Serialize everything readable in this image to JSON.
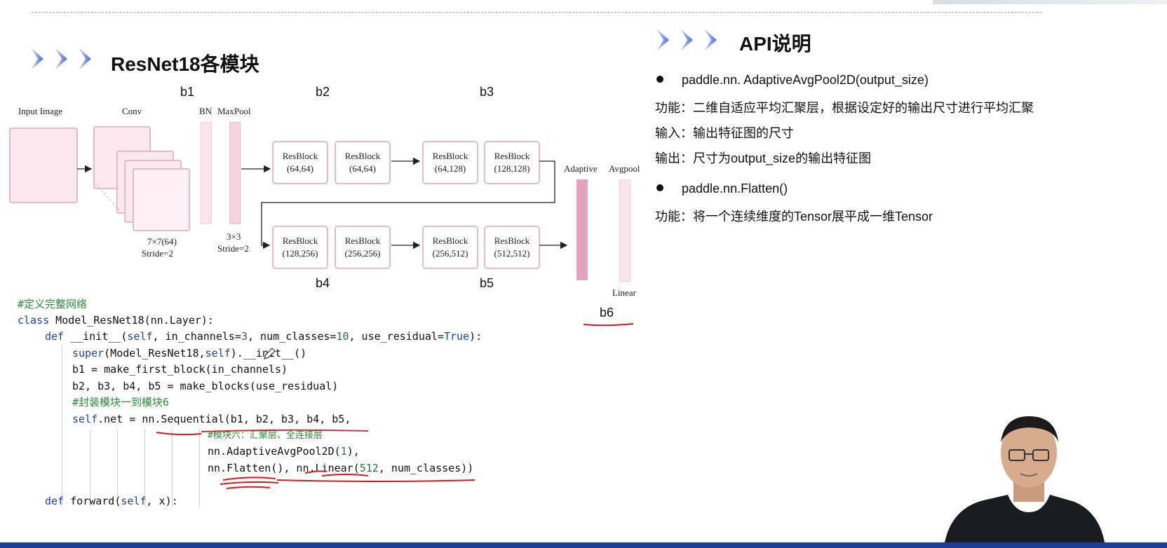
{
  "header": {
    "resnet_title": "ResNet18各模块",
    "api_title": "API说明"
  },
  "diagram": {
    "block_labels": {
      "b1": "b1",
      "b2": "b2",
      "b3": "b3",
      "b4": "b4",
      "b5": "b5",
      "b6": "b6"
    },
    "input_image": "Input Image",
    "conv": "Conv",
    "bn": "BN",
    "maxpool": "MaxPool",
    "conv_params_1": "7×7(64)",
    "conv_params_2": "Stride=2",
    "pool_params_1": "3×3",
    "pool_params_2": "Stride=2",
    "adaptive": "Adaptive",
    "avgpool": "Avgpool",
    "linear": "Linear",
    "resblocks": [
      {
        "name": "ResBlock",
        "dims": "(64,64)"
      },
      {
        "name": "ResBlock",
        "dims": "(64,64)"
      },
      {
        "name": "ResBlock",
        "dims": "(64,128)"
      },
      {
        "name": "ResBlock",
        "dims": "(128,128)"
      },
      {
        "name": "ResBlock",
        "dims": "(128,256)"
      },
      {
        "name": "ResBlock",
        "dims": "(256,256)"
      },
      {
        "name": "ResBlock",
        "dims": "(256,512)"
      },
      {
        "name": "ResBlock",
        "dims": "(512,512)"
      }
    ],
    "colors": {
      "pink_border": "#e8b9cb",
      "pink_fill": "#fbe9ef",
      "adaptive_bar": "#e3a3bd",
      "annotation_red": "#d8181f"
    }
  },
  "code": {
    "comment_define": "#定义完整网络",
    "class_kw": "class",
    "class_rest": " Model_ResNet18(nn.Layer):",
    "init_kw": "def",
    "init_rest_a": " __init__(",
    "init_self": "self",
    "init_rest_b": ", in_channels=",
    "init_num_3": "3",
    "init_rest_c": ", num_classes=",
    "init_num_10": "10",
    "init_rest_d": ", use_residual=",
    "init_true": "True",
    "init_rest_e": "):",
    "super_kw": "super",
    "super_rest_a": "(Model_ResNet18,",
    "super_self": "self",
    "super_rest_b": ").__init__()",
    "b1_line": "b1 = make_first_block(in_channels)",
    "b2_line": "b2, b3, b4, b5 = make_blocks(use_residual)",
    "comment_wrap": "#封装模块一到模块6",
    "net_self": "self",
    "net_rest": ".net = nn.Sequential(b1, b2, b3, b4, b5,",
    "comment_six": "#模块六：汇聚层、全连接层",
    "pool_a": "nn.AdaptiveAvgPool2D(",
    "pool_num": "1",
    "pool_b": "),",
    "flat_a": "nn.Flatten(), nn.Linear(",
    "flat_num": "512",
    "flat_b": ", num_classes))",
    "fwd_kw": "def",
    "fwd_rest_a": " forward(",
    "fwd_self": "self",
    "fwd_rest_b": ", x):"
  },
  "api": {
    "item1": "paddle.nn. AdaptiveAvgPool2D(output_size)",
    "func1": "功能：二维自适应平均汇聚层，根据设定好的输出尺寸进行平均汇聚",
    "input1": "输入：输出特征图的尺寸",
    "output1": "输出：尺寸为output_size的输出特征图",
    "item2": "paddle.nn.Flatten()",
    "func2": "功能：将一个连续维度的Tensor展平成一维Tensor"
  },
  "theme": {
    "accent_blue": "#1f3e8f",
    "chevron_blue": "#4a6fd6"
  }
}
